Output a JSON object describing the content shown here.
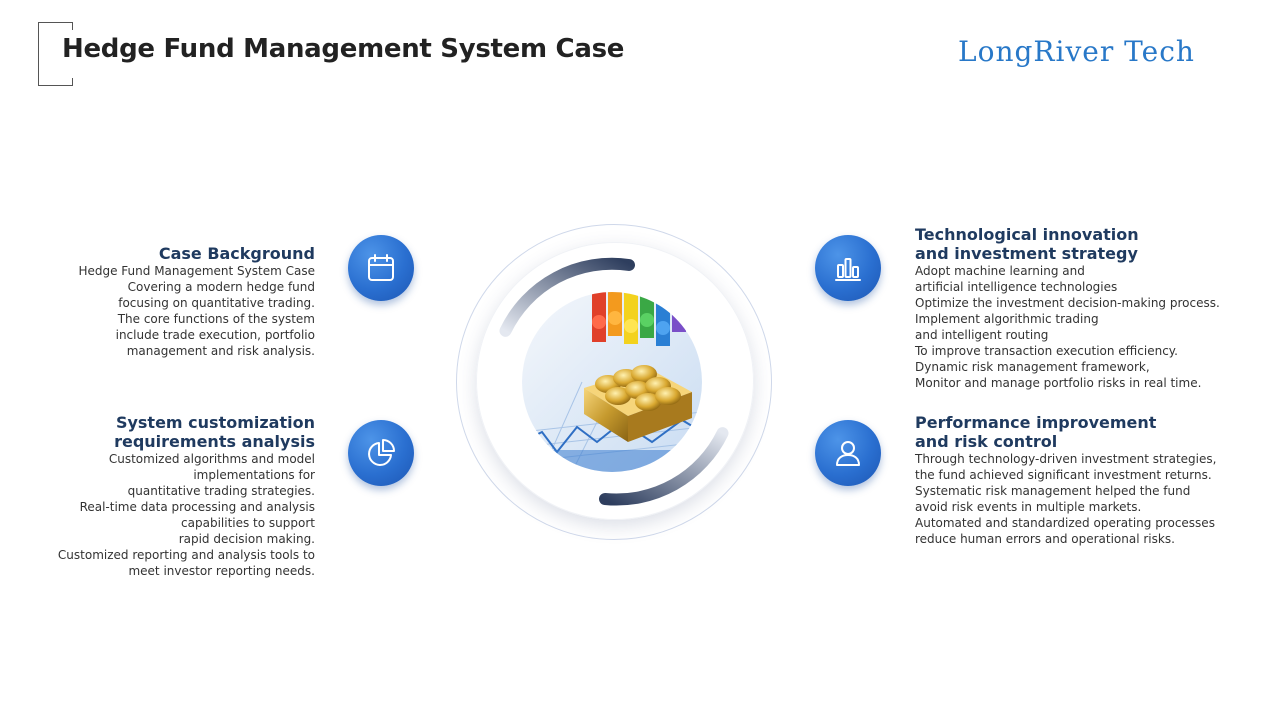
{
  "header": {
    "title": "Hedge Fund Management System Case",
    "brand": "LongRiver Tech"
  },
  "sections": {
    "case_background": {
      "heading": "Case Background",
      "lines": [
        "Hedge Fund Management System Case",
        "Covering a modern hedge fund",
        "focusing on quantitative trading.",
        "The core functions of the system",
        "include trade execution, portfolio",
        "management and risk analysis."
      ]
    },
    "customization": {
      "heading_lines": [
        "System customization",
        "requirements analysis"
      ],
      "lines": [
        "Customized algorithms and model",
        "implementations for",
        "quantitative trading strategies.",
        "Real-time data processing and analysis",
        "capabilities to support",
        "rapid decision making.",
        "Customized reporting and analysis tools to",
        "meet investor reporting needs."
      ]
    },
    "innovation": {
      "heading_lines": [
        "Technological innovation",
        "and investment strategy"
      ],
      "lines": [
        "Adopt machine learning and",
        "artificial intelligence technologies",
        "Optimize the investment decision-making process.",
        "Implement algorithmic trading",
        "and intelligent routing",
        "To improve transaction execution efficiency.",
        "Dynamic risk management framework,",
        "Monitor and manage portfolio risks in real time."
      ]
    },
    "performance": {
      "heading_lines": [
        "Performance improvement",
        "and risk control"
      ],
      "lines": [
        "Through technology-driven investment strategies,",
        "the fund achieved significant investment returns.",
        "Systematic risk management helped the fund",
        "avoid risk events in multiple markets.",
        "Automated and standardized operating processes",
        "reduce human errors and operational risks."
      ]
    }
  },
  "icons": {
    "case_background": "calendar-icon",
    "customization": "pie-chart-icon",
    "innovation": "bar-chart-icon",
    "performance": "user-icon"
  },
  "colors": {
    "heading": "#1f3a5f",
    "brand": "#2878c8",
    "icon_bg": "#2a6fd0"
  }
}
